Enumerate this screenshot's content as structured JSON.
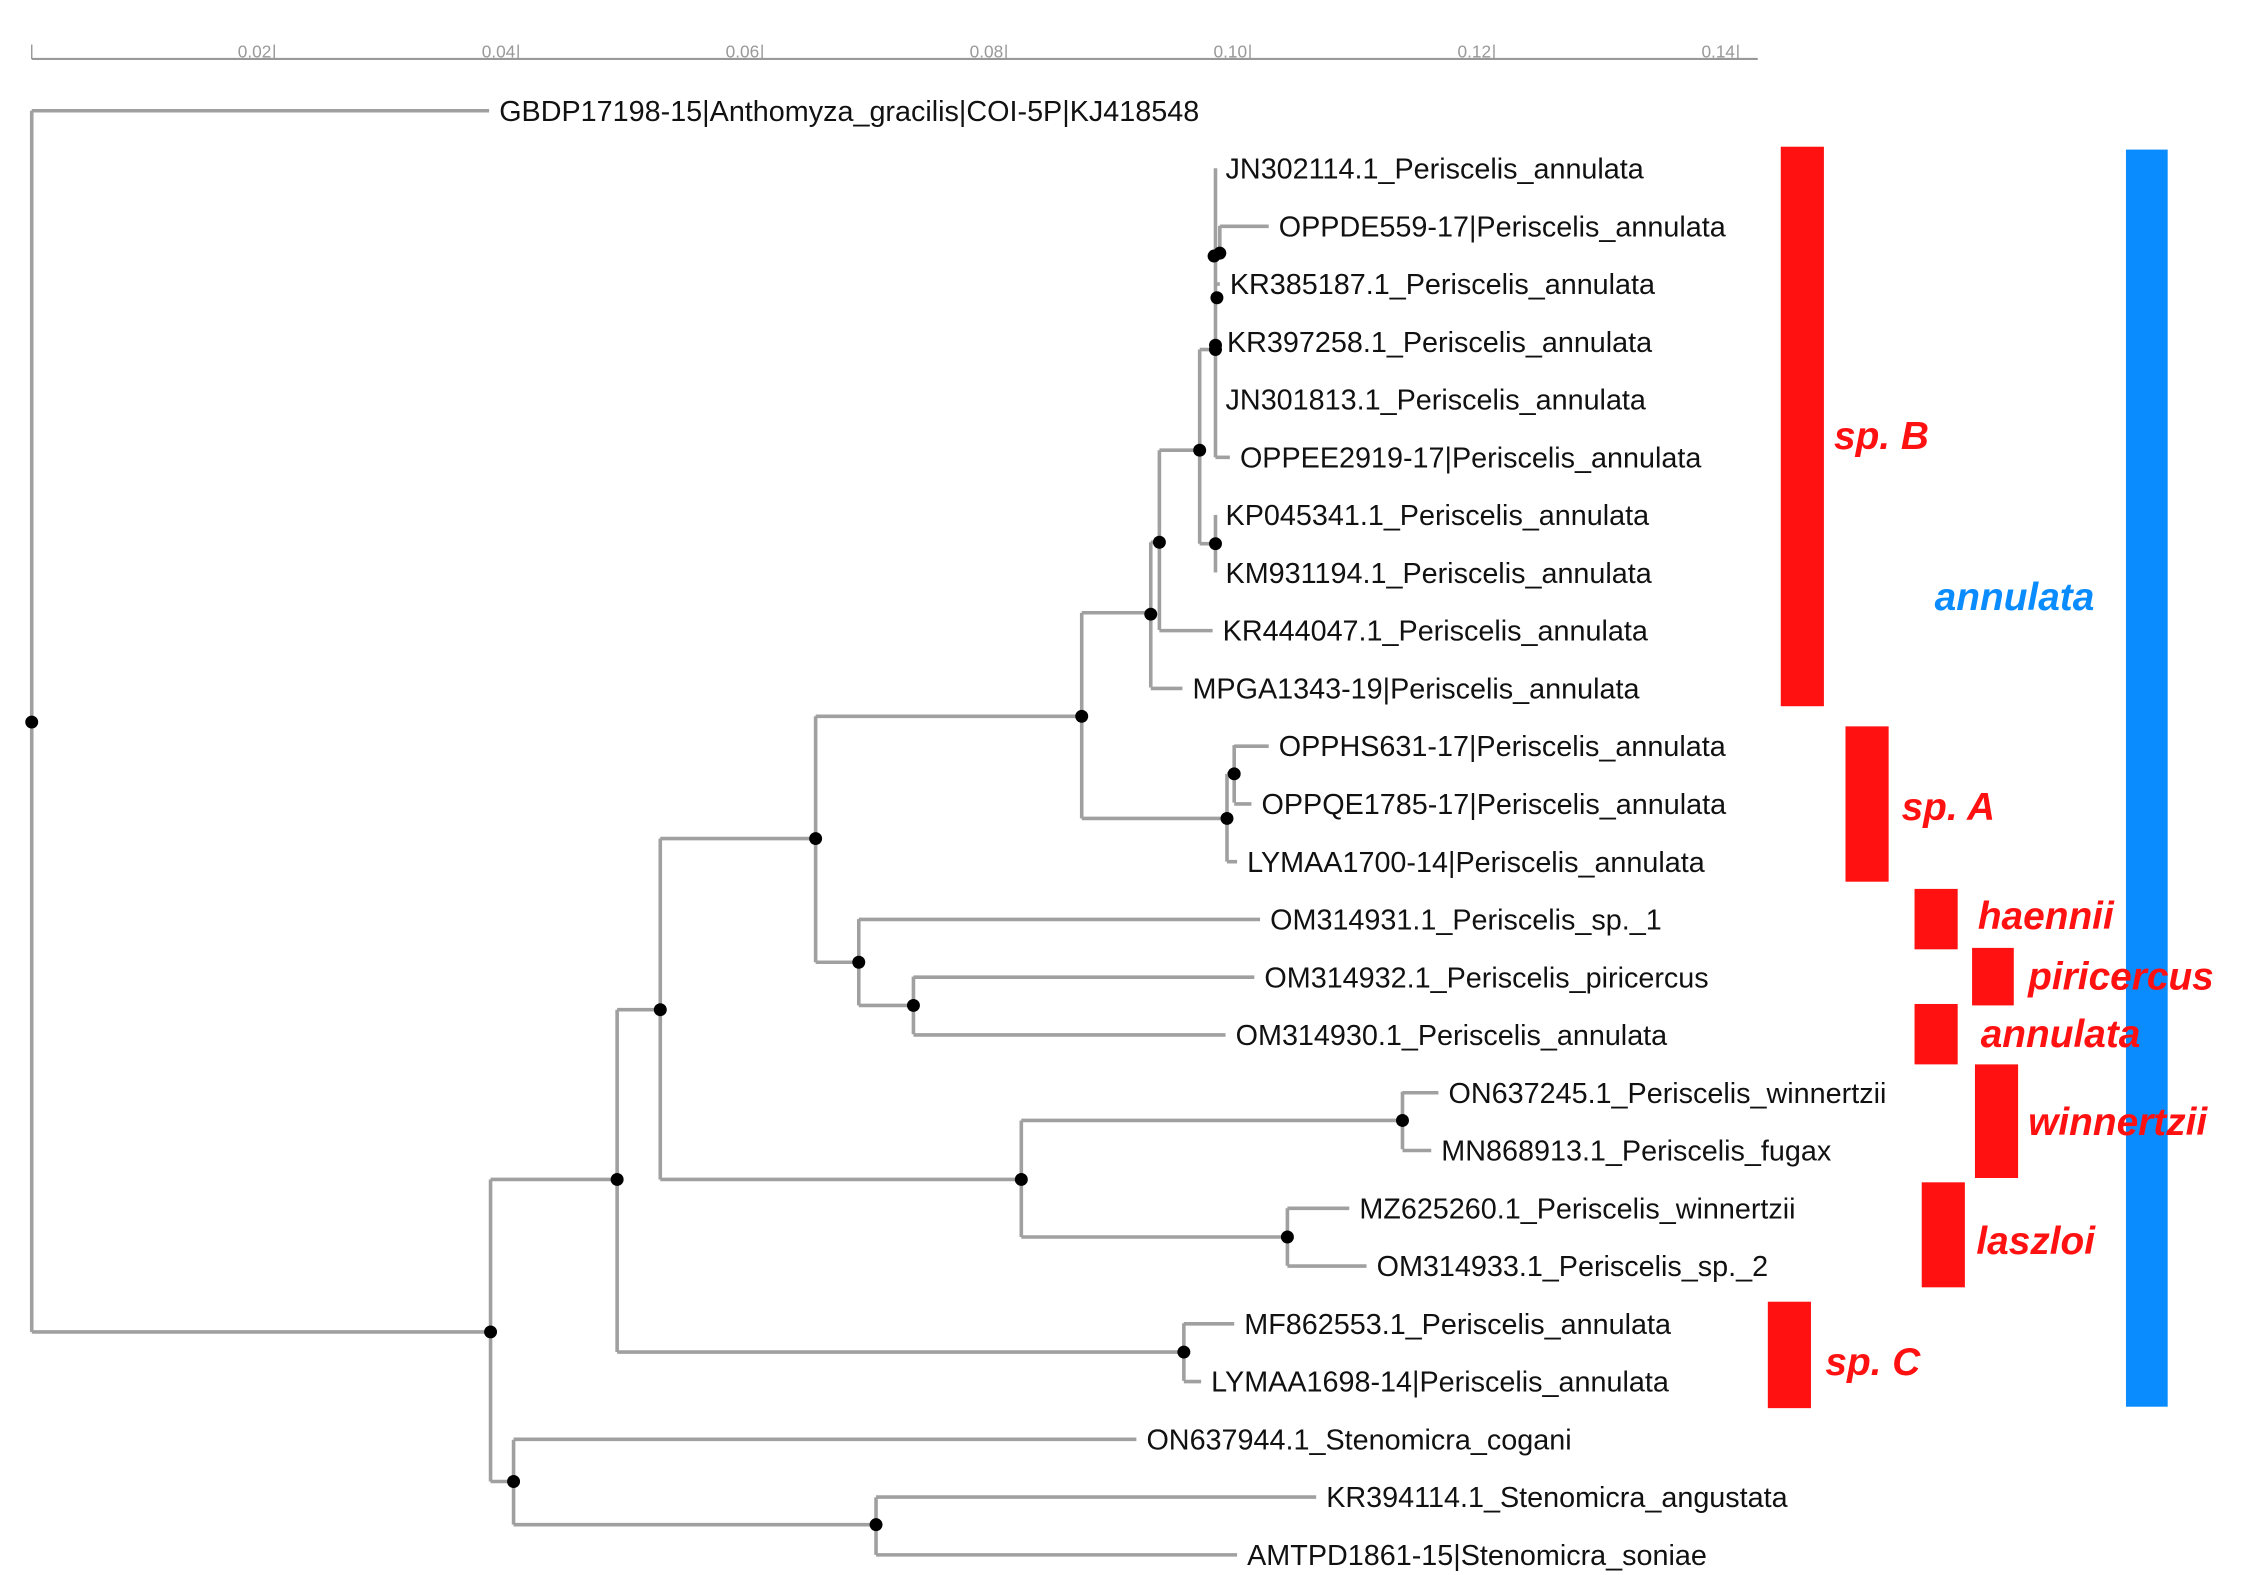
{
  "axis": {
    "ticks": [
      "0.02",
      "0.04",
      "0.06",
      "0.08",
      "0.10",
      "0.12",
      "0.14"
    ]
  },
  "leaves": [
    "GBDP17198-15|Anthomyza_gracilis|COI-5P|KJ418548",
    "JN302114.1_Periscelis_annulata",
    "OPPDE559-17|Periscelis_annulata",
    "KR385187.1_Periscelis_annulata",
    "KR397258.1_Periscelis_annulata",
    "JN301813.1_Periscelis_annulata",
    "OPPEE2919-17|Periscelis_annulata",
    "KP045341.1_Periscelis_annulata",
    "KM931194.1_Periscelis_annulata",
    "KR444047.1_Periscelis_annulata",
    "MPGA1343-19|Periscelis_annulata",
    "OPPHS631-17|Periscelis_annulata",
    "OPPQE1785-17|Periscelis_annulata",
    "LYMAA1700-14|Periscelis_annulata",
    "OM314931.1_Periscelis_sp._1",
    "OM314932.1_Periscelis_piricercus",
    "OM314930.1_Periscelis_annulata",
    "ON637245.1_Periscelis_winnertzii",
    "MN868913.1_Periscelis_fugax",
    "MZ625260.1_Periscelis_winnertzii",
    "OM314933.1_Periscelis_sp._2",
    "MF862553.1_Periscelis_annulata",
    "LYMAA1698-14|Periscelis_annulata",
    "ON637944.1_Stenomicra_cogani",
    "KR394114.1_Stenomicra_angustata",
    "AMTPD1861-15|Stenomicra_soniae"
  ],
  "clades": [
    {
      "label": "sp. B",
      "color": "#ff1111"
    },
    {
      "label": "sp. A",
      "color": "#ff1111"
    },
    {
      "label": "haennii",
      "color": "#ff1111"
    },
    {
      "label": "piricercus",
      "color": "#ff1111"
    },
    {
      "label": "annulata",
      "color": "#ff1111"
    },
    {
      "label": "winnertzii",
      "color": "#ff1111"
    },
    {
      "label": "laszloi",
      "color": "#ff1111"
    },
    {
      "label": "sp. C",
      "color": "#ff1111"
    },
    {
      "label": "annulata",
      "color": "#0a8cff"
    }
  ]
}
